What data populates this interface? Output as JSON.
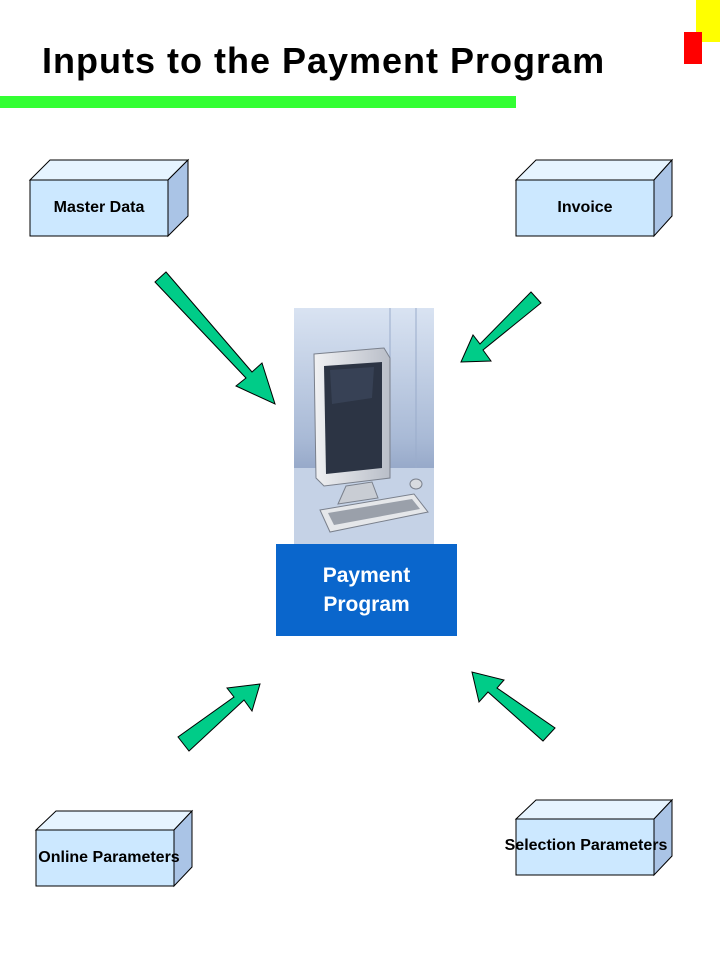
{
  "title": "Inputs to the Payment Program",
  "colors": {
    "accent_bar": "#33ff33",
    "corner_yellow": "#ffff00",
    "corner_red": "#ff0000",
    "box_face": "#cce8ff",
    "box_side": "#aac4e6",
    "arrow": "#00cc88",
    "program_box": "#0a66cc"
  },
  "inputs": {
    "master_data": "Master Data",
    "invoice": "Invoice",
    "online_parameters": "Online Parameters",
    "selection_parameters": "Selection Parameters"
  },
  "program": {
    "line1": "Payment",
    "line2": "Program",
    "image": "computer-workstation-icon"
  }
}
